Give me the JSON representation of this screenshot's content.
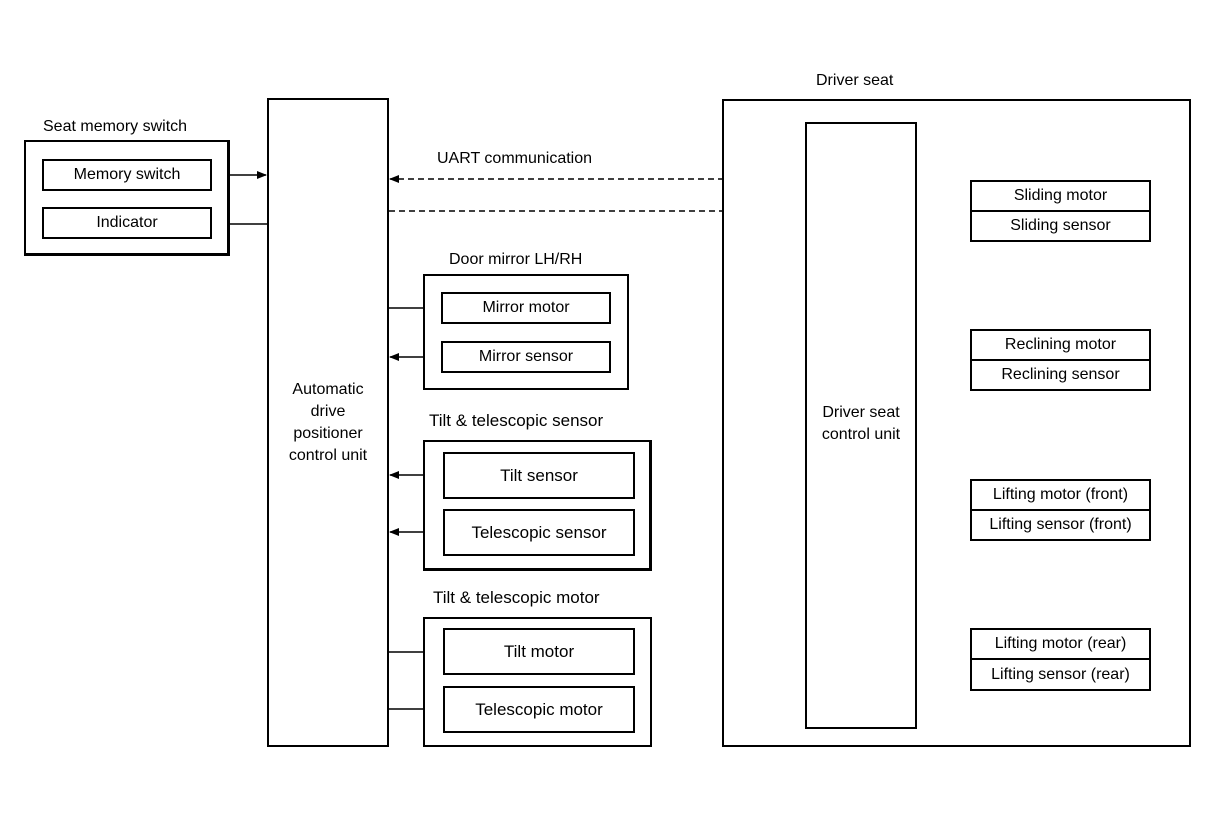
{
  "seat_memory_switch": {
    "title": "Seat memory switch",
    "memory_switch": "Memory switch",
    "indicator": "Indicator"
  },
  "adp_unit": {
    "label": "Automatic\ndrive\npositioner\ncontrol unit"
  },
  "uart": {
    "label": "UART communication"
  },
  "door_mirror": {
    "title": "Door mirror LH/RH",
    "motor": "Mirror motor",
    "sensor": "Mirror sensor"
  },
  "tilt_tele_sensor": {
    "title": "Tilt & telescopic sensor",
    "tilt": "Tilt sensor",
    "telescopic": "Telescopic sensor"
  },
  "tilt_tele_motor": {
    "title": "Tilt & telescopic motor",
    "tilt": "Tilt motor",
    "telescopic": "Telescopic motor"
  },
  "driver_seat": {
    "title": "Driver seat",
    "control_unit": "Driver seat\ncontrol unit",
    "sliding_motor": "Sliding motor",
    "sliding_sensor": "Sliding sensor",
    "reclining_motor": "Reclining motor",
    "reclining_sensor": "Reclining sensor",
    "lifting_motor_front": "Lifting motor (front)",
    "lifting_sensor_front": "Lifting sensor (front)",
    "lifting_motor_rear": "Lifting motor (rear)",
    "lifting_sensor_rear": "Lifting sensor (rear)"
  }
}
